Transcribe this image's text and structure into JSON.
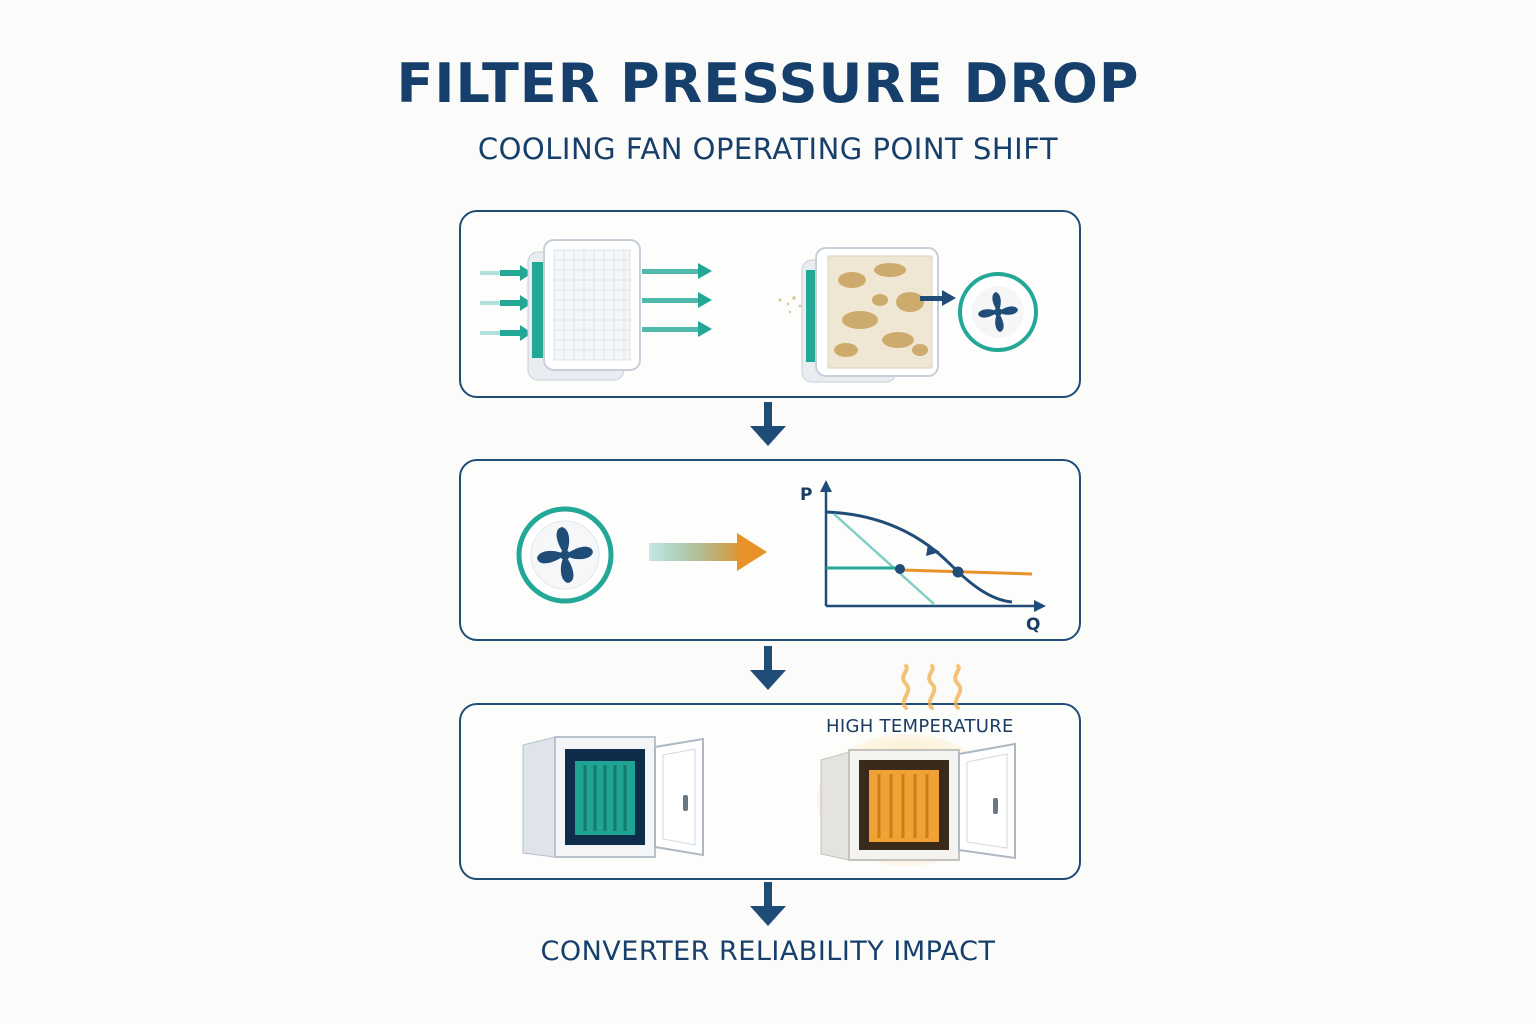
{
  "title": "FILTER PRESSURE DROP",
  "subtitle": "COOLING FAN OPERATING POINT SHIFT",
  "graph": {
    "y_axis_label": "P",
    "x_axis_label": "Q"
  },
  "heat_label": "HIGH TEMPERATURE",
  "footer": "CONVERTER RELIABILITY IMPACT",
  "colors": {
    "navy": "#1f4d78",
    "teal": "#23a797",
    "orange": "#e8922a",
    "dust": "#c8a15a"
  },
  "icons": [
    "clean-filter-icon",
    "clogged-filter-icon",
    "fan-icon",
    "fan-curve-icon",
    "cabinet-icon",
    "hot-cabinet-icon",
    "heat-waves-icon"
  ]
}
